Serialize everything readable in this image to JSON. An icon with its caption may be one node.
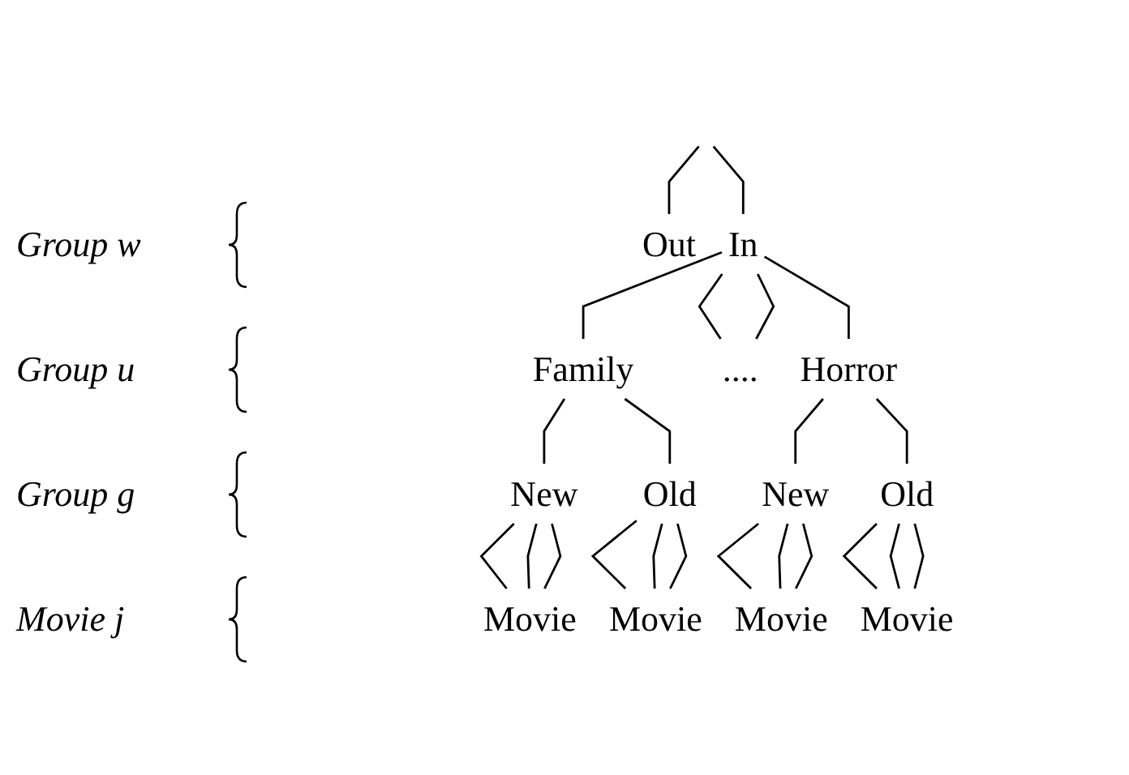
{
  "diagram": {
    "nodes": [
      {
        "text": [
          "Out"
        ]
      },
      {
        "text": [
          "In"
        ]
      },
      {
        "text": [
          "Family"
        ]
      },
      {
        "text": [
          "...."
        ]
      },
      {
        "text": [
          "Horror"
        ]
      },
      {
        "text": [
          "New"
        ]
      },
      {
        "text": [
          "Old"
        ]
      },
      {
        "text": [
          "New"
        ]
      },
      {
        "text": [
          "Old"
        ]
      },
      {
        "text": [
          "Movie"
        ]
      },
      {
        "text": [
          "Movie"
        ]
      },
      {
        "text": [
          "Movie"
        ]
      },
      {
        "text": [
          "Movie"
        ]
      }
    ],
    "edges": [
      {
        "from": null,
        "to": 0,
        "arrow": "none"
      },
      {
        "from": null,
        "to": 1,
        "arrow": "none"
      },
      {
        "from": 1,
        "to": 2,
        "arrow": "none"
      },
      {
        "from": 1,
        "to": 3,
        "arrow": "none"
      },
      {
        "from": 1,
        "to": 3,
        "arrow": "none"
      },
      {
        "from": 1,
        "to": 4,
        "arrow": "none"
      },
      {
        "from": 2,
        "to": 5,
        "arrow": "none"
      },
      {
        "from": 2,
        "to": 6,
        "arrow": "none"
      },
      {
        "from": 4,
        "to": 7,
        "arrow": "none"
      },
      {
        "from": 4,
        "to": 8,
        "arrow": "none"
      },
      {
        "from": 5,
        "to": 9,
        "arrow": "none"
      },
      {
        "from": 5,
        "to": 9,
        "arrow": "none"
      },
      {
        "from": 5,
        "to": 9,
        "arrow": "none"
      },
      {
        "from": 6,
        "to": 10,
        "arrow": "none"
      },
      {
        "from": 6,
        "to": 10,
        "arrow": "none"
      },
      {
        "from": 6,
        "to": 10,
        "arrow": "none"
      },
      {
        "from": 7,
        "to": 11,
        "arrow": "none"
      },
      {
        "from": 7,
        "to": 11,
        "arrow": "none"
      },
      {
        "from": 7,
        "to": 11,
        "arrow": "none"
      },
      {
        "from": 8,
        "to": 12,
        "arrow": "none"
      },
      {
        "from": 8,
        "to": 12,
        "arrow": "none"
      },
      {
        "from": 8,
        "to": 12,
        "arrow": "none"
      }
    ],
    "labels": [
      "Group w",
      "Group u",
      "Group g",
      "Movie j"
    ]
  }
}
